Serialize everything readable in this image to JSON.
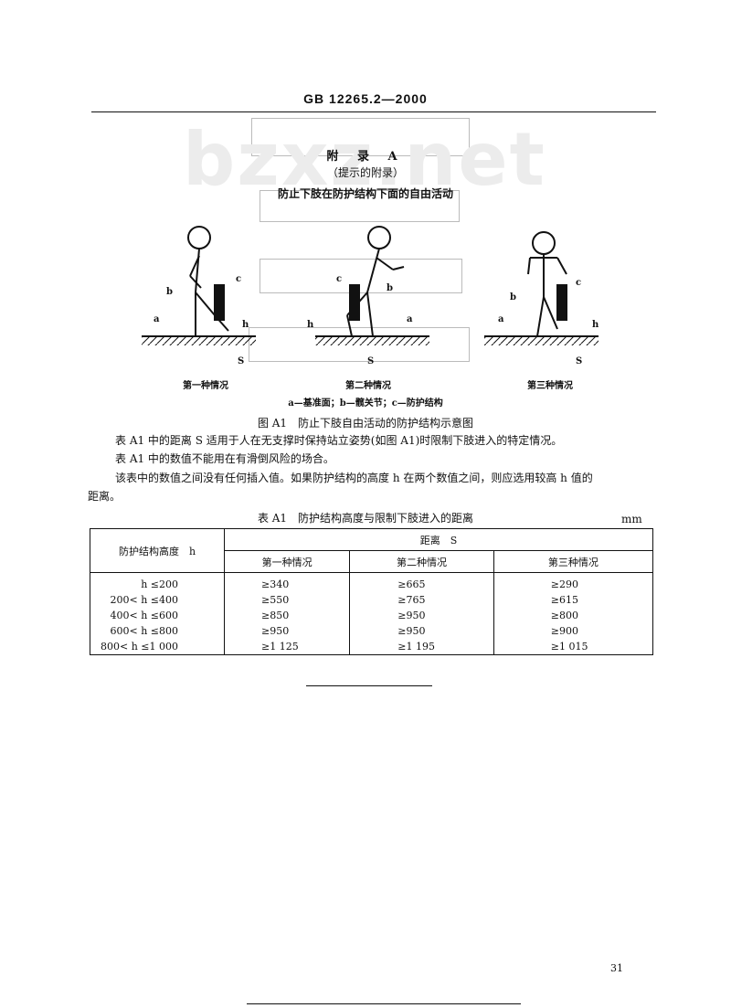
{
  "header": {
    "text": "GB 12265.2—2000"
  },
  "watermark": "bzxz.net",
  "appendix": {
    "title": "附 录 A",
    "subtitle": "（提示的附录）",
    "heading": "防止下肢在防护结构下面的自由活动"
  },
  "figure": {
    "labels": {
      "a": "a",
      "b": "b",
      "c": "c",
      "h": "h",
      "s": "S"
    },
    "case_labels": [
      "第一种情况",
      "第二种情况",
      "第三种情况"
    ],
    "legend": "a—基准面；b—髋关节；c—防护结构",
    "caption": "图 A1　防止下肢自由活动的防护结构示意图"
  },
  "paragraphs": [
    "表 A1 中的距离 S 适用于人在无支撑时保持站立姿势(如图 A1)时限制下肢进入的特定情况。",
    "表 A1 中的数值不能用在有滑倒风险的场合。",
    "该表中的数值之间没有任何插入值。如果防护结构的高度 h 在两个数值之间，则应选用较高 h 值的",
    "距离。"
  ],
  "table": {
    "title": "表 A1　防护结构高度与限制下肢进入的距离",
    "unit": "mm",
    "col_height": "防护结构高度　h",
    "col_distance": "距离　S",
    "sub_headers": [
      "第一种情况",
      "第二种情况",
      "第三种情况"
    ],
    "rows": [
      {
        "h": "h ≤200",
        "c1": "≥340",
        "c2": "≥665",
        "c3": "≥290"
      },
      {
        "h": "200< h ≤400",
        "c1": "≥550",
        "c2": "≥765",
        "c3": "≥615"
      },
      {
        "h": "400< h ≤600",
        "c1": "≥850",
        "c2": "≥950",
        "c3": "≥800"
      },
      {
        "h": "600< h ≤800",
        "c1": "≥950",
        "c2": "≥950",
        "c3": "≥900"
      },
      {
        "h": "800< h ≤1 000",
        "c1": "≥1 125",
        "c2": "≥1 195",
        "c3": "≥1 015"
      }
    ]
  },
  "page_number": "31"
}
